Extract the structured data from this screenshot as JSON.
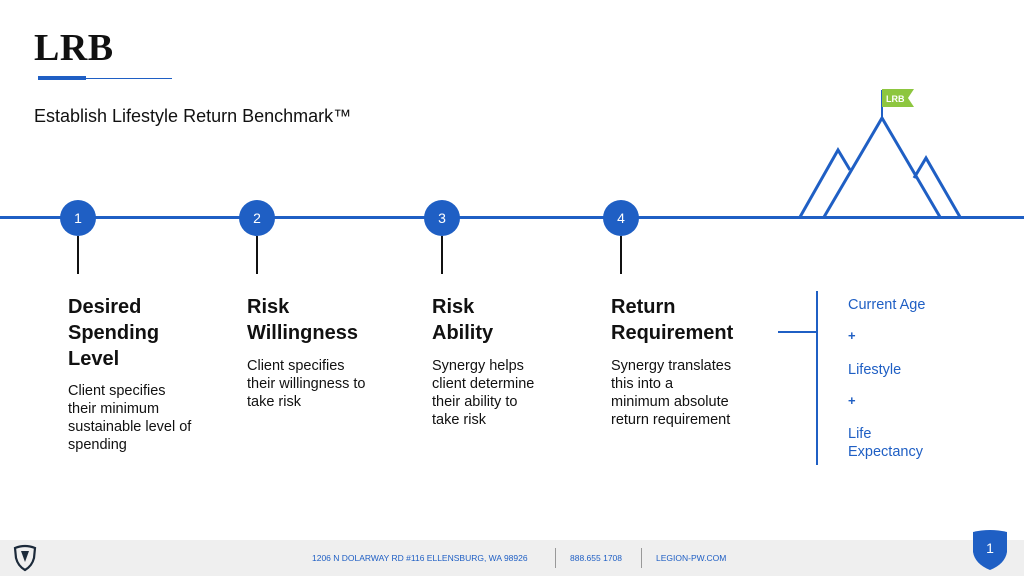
{
  "slide": {
    "title": "LRB",
    "subtitle": "Establish Lifestyle Return Benchmark™"
  },
  "steps": [
    {
      "number": "1",
      "title_line1": "Desired",
      "title_line2": "Spending",
      "title_line3": "Level",
      "desc": [
        "Client specifies",
        "their minimum",
        "sustainable level of",
        "spending"
      ]
    },
    {
      "number": "2",
      "title_line1": "Risk",
      "title_line2": "Willingness",
      "title_line3": "",
      "desc": [
        "Client specifies",
        "their willingness to",
        "take risk",
        ""
      ]
    },
    {
      "number": "3",
      "title_line1": "Risk",
      "title_line2": "Ability",
      "title_line3": "",
      "desc": [
        "Synergy helps",
        "client determine",
        "their ability to",
        "take risk"
      ]
    },
    {
      "number": "4",
      "title_line1": "Return",
      "title_line2": "Requirement",
      "title_line3": "",
      "desc": [
        "Synergy translates",
        "this into a",
        "minimum absolute",
        "return requirement"
      ]
    }
  ],
  "factors": {
    "item1": "Current Age",
    "plus1": "+",
    "item2": "Lifestyle",
    "plus2": "+",
    "item3_line1": "Life",
    "item3_line2": "Expectancy"
  },
  "mountain": {
    "flag_label": "LRB",
    "flag_color": "#8dc63f",
    "line_color": "#1f5fc4"
  },
  "footer": {
    "address": "1206 N DOLARWAY RD #116 ELLENSBURG, WA 98926",
    "phone": "888.655 1708",
    "website": "LEGION-PW.COM",
    "page_number": "1"
  },
  "colors": {
    "accent": "#1f5fc4",
    "footer_bg": "#efefef"
  }
}
